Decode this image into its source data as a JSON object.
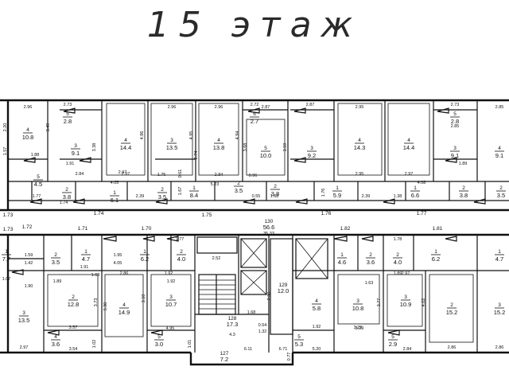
{
  "title": "15 этаж",
  "upper_rooms": [
    {
      "id": "u1",
      "num": "4",
      "area": "10.8",
      "w": "2.96"
    },
    {
      "id": "u2",
      "num": "5",
      "area": "2.8",
      "w": "2.73"
    },
    {
      "id": "u3",
      "num": "3",
      "area": "9.1",
      "w": "2.84"
    },
    {
      "id": "u4",
      "num": "4",
      "area": "14.4",
      "w": "2.97"
    },
    {
      "id": "u5",
      "num": "3",
      "area": "13.5",
      "w": "2.96"
    },
    {
      "id": "u6",
      "num": "4",
      "area": "13.8",
      "w": "2.96"
    },
    {
      "id": "u7",
      "num": "6",
      "area": "2.7",
      "w": "2.72"
    },
    {
      "id": "u8",
      "num": "5",
      "area": "10.0",
      "w": "2.87"
    },
    {
      "id": "u9",
      "num": "3",
      "area": "9.2",
      "w": "2.87"
    },
    {
      "id": "u10",
      "num": "4",
      "area": "14.3",
      "w": "2.95"
    },
    {
      "id": "u11",
      "num": "4",
      "area": "14.4",
      "w": "2.97"
    },
    {
      "id": "u12",
      "num": "3",
      "area": "9.1",
      "w": "2.85"
    },
    {
      "id": "u13",
      "num": "5",
      "area": "2.8",
      "w": "2.73"
    },
    {
      "id": "u14",
      "num": "4",
      "area": "9.1",
      "w": "2.85"
    }
  ],
  "upper_small": [
    {
      "num": "5",
      "area": "4.5"
    },
    {
      "num": "2",
      "area": "3.8"
    },
    {
      "num": "1",
      "area": "6.1"
    },
    {
      "num": "2",
      "area": "3.5"
    },
    {
      "num": "1",
      "area": "8.4"
    },
    {
      "num": "2",
      "area": "3.5"
    },
    {
      "num": "2",
      "area": "3.8"
    },
    {
      "num": "1",
      "area": "5.9"
    },
    {
      "num": "1",
      "area": "6.6"
    },
    {
      "num": "2",
      "area": "3.8"
    },
    {
      "num": "2",
      "area": "3.5"
    }
  ],
  "upper_dims": [
    "2.20",
    "1.57",
    "3.49",
    "3.38",
    "4.86",
    "4.95",
    "2.74",
    "4.94",
    "3.68",
    "3.59",
    "1.91",
    "2.97",
    "4.05",
    "2.39",
    "1.88",
    "1.77",
    "1.74",
    "5.23",
    "1.75",
    "0.61",
    "1.67",
    "2.84",
    "0.96",
    "0.55",
    "1.68",
    "4.08",
    "2.95",
    "1.38",
    "2.39",
    "1.89",
    "1.76"
  ],
  "corridor": [
    "1.73",
    "1.74",
    "1.75",
    "1.76",
    "1.77",
    "1.73",
    "1.72",
    "1.71",
    "1.70",
    "1.82",
    "1.81"
  ],
  "core": {
    "c130": "130",
    "c130_area": "56.6",
    "c130_sub": "35.33",
    "c129": "129",
    "c129_area": "12.0",
    "c128": "128",
    "c128_area": "17.3",
    "c128_sub": "4.3",
    "c127": "127",
    "c127_area": "7.2",
    "dims": [
      "2.52",
      "1.68",
      "0.54",
      "1.32",
      "6.11",
      "6.71",
      "2.36",
      "0.77"
    ]
  },
  "lower_rooms": [
    {
      "num": "3",
      "area": "13.5",
      "w": "2.97"
    },
    {
      "num": "2",
      "area": "12.8",
      "w": "3.57"
    },
    {
      "num": "4",
      "area": "14.9",
      "w": "2.86"
    },
    {
      "num": "3",
      "area": "10.7",
      "w": "1.92"
    },
    {
      "num": "4",
      "area": "5.8",
      "w": "1.92"
    },
    {
      "num": "3",
      "area": "10.8",
      "w": "3.29"
    },
    {
      "num": "3",
      "area": "10.9",
      "w": "2.97"
    },
    {
      "num": "2",
      "area": "15.2",
      "w": "2.86"
    },
    {
      "num": "3",
      "area": "15.2",
      "w": "2.86"
    }
  ],
  "lower_small": [
    {
      "num": "1",
      "area": "7.7"
    },
    {
      "num": "1",
      "area": "4.7"
    },
    {
      "num": "2",
      "area": "3.5"
    },
    {
      "num": "1",
      "area": "6.2"
    },
    {
      "num": "2",
      "area": "4.0"
    },
    {
      "num": "1",
      "area": "4.6"
    },
    {
      "num": "2",
      "area": "3.6"
    },
    {
      "num": "2",
      "area": "4.0"
    },
    {
      "num": "1",
      "area": "6.2"
    },
    {
      "num": "1",
      "area": "4.7"
    },
    {
      "num": "4",
      "area": "3.6"
    },
    {
      "num": "5",
      "area": "3.0"
    },
    {
      "num": "5",
      "area": "5.3"
    },
    {
      "num": "5",
      "area": "2.9"
    }
  ],
  "lower_dims": [
    "1.59",
    "1.42",
    "1.07",
    "1.90",
    "1.89",
    "1.91",
    "1.68",
    "1.95",
    "4.05",
    "1.77",
    "1.78",
    "1.92",
    "1.63",
    "1.89",
    "5.30",
    "3.73",
    "3.10",
    "3.77",
    "4.02",
    "5.20",
    "3.54",
    "1.02",
    "4.95",
    "3.29",
    "2.84",
    "1.01"
  ]
}
